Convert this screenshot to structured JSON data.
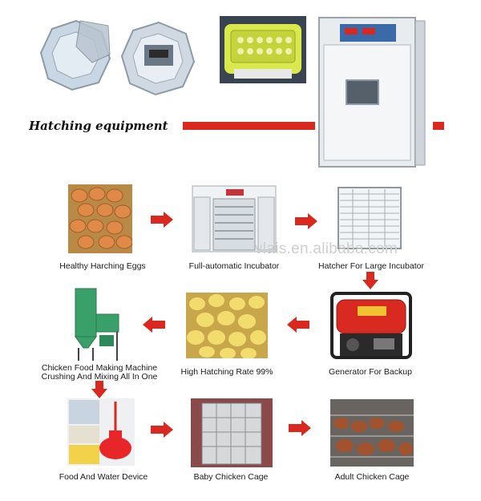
{
  "header": {
    "title": "Hatching equipment",
    "accent_color": "#d9281f"
  },
  "watermark": "vlais.en.alibaba.com",
  "steps": {
    "eggs": "Healthy Harching Eggs",
    "incubator": "Full-automatic Incubator",
    "hatcher": "Hatcher For Large Incubator",
    "generator": "Generator For Backup",
    "hatching_rate": "High Hatching Rate 99%",
    "food_machine_line1": "Chicken Food Making Machine",
    "food_machine_line2": "Crushing And Mixing All In One",
    "food_water": "Food  And  Water Device",
    "baby_cage": "Baby Chicken Cage",
    "adult_cage": "Adult  Chicken  Cage"
  },
  "icons": {
    "arrow": "red-arrow-icon"
  }
}
